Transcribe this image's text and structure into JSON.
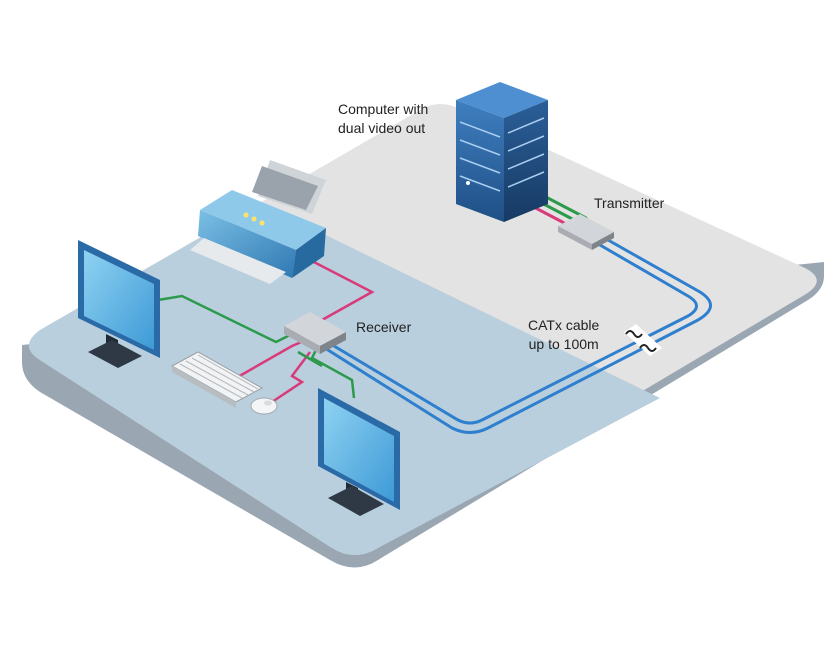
{
  "labels": {
    "computer_line1": "Computer with",
    "computer_line2": "dual video out",
    "transmitter": "Transmitter",
    "receiver": "Receiver",
    "cable_line1": "CATx cable",
    "cable_line2": "up to 100m"
  },
  "colors": {
    "floor_light": "#e3e3e3",
    "floor_blue": "#b9cfde",
    "floor_edge": "#9aa7b2",
    "cable_catx": "#2f7fcf",
    "cable_video": "#2c9a4a",
    "cable_usb": "#d83a7a",
    "device_blue": "#3a88c8",
    "screen_blue": "#6fbde8",
    "box_grey": "#a9adb3"
  },
  "icons": {
    "computer": "server-tower-icon",
    "printer": "printer-icon",
    "monitor": "monitor-icon",
    "keyboard": "keyboard-icon",
    "mouse": "mouse-icon",
    "transmitter": "extender-box-icon",
    "receiver": "extender-box-icon",
    "cable_break": "cable-break-icon"
  }
}
